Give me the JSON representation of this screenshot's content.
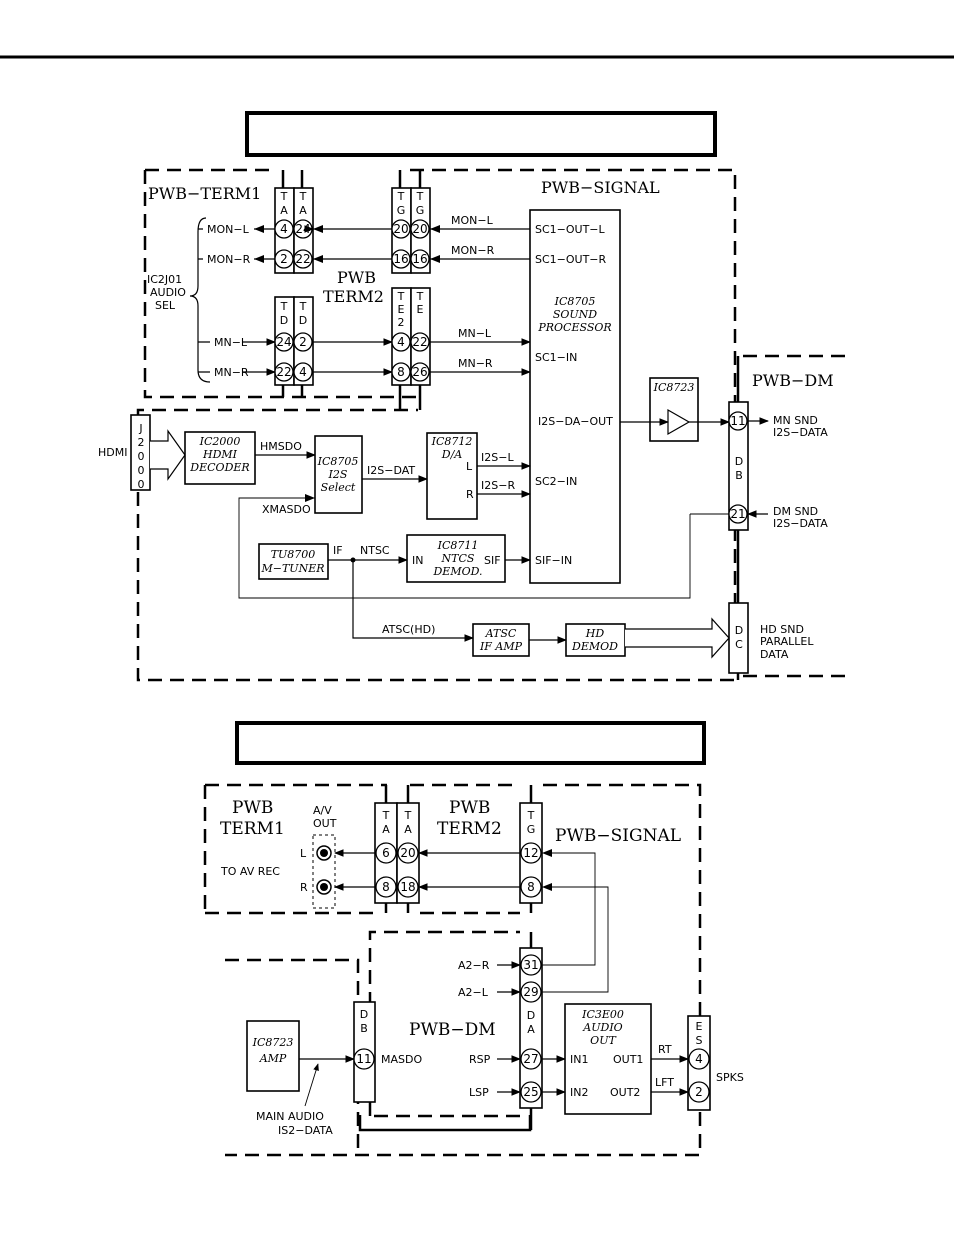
{
  "top": {
    "term1": "PWB−TERM1",
    "term2_a": "PWB",
    "term2_b": "TERM2",
    "signal": "PWB−SIGNAL",
    "dm": "PWB−DM",
    "audio_sel": [
      "IC2J01",
      "AUDIO",
      "SEL"
    ],
    "mon_l": "MON−L",
    "mon_r": "MON−R",
    "mn_l": "MN−L",
    "mn_r": "MN−R",
    "mon_l2": "MON−L",
    "mon_r2": "MON−R",
    "mn_l2": "MN−L",
    "mn_r2": "MN−R",
    "sc1_out_l": "SC1−OUT−L",
    "sc1_out_r": "SC1−OUT−R",
    "sc1_in": "SC1−IN",
    "i2s_da_out": "I2S−DA−OUT",
    "sc2_in": "SC2−IN",
    "sif_in": "SIF−IN",
    "ic8705": [
      "IC8705",
      "SOUND",
      "PROCESSOR"
    ],
    "ic8723": "IC8723",
    "hdmi": "HDMI",
    "j2000": [
      "J",
      "2",
      "0",
      "0",
      "0"
    ],
    "ic2000": [
      "IC2000",
      "HDMI",
      "DECODER"
    ],
    "hmsdo": "HMSDO",
    "xmasdo": "XMASDO",
    "i2s_select": [
      "IC8705",
      "I2S",
      "Select"
    ],
    "i2s_dat": "I2S−DAT",
    "ic8712": [
      "IC8712",
      "D/A"
    ],
    "da_l": "L",
    "da_r": "R",
    "i2s_l": "I2S−L",
    "i2s_r": "I2S−R",
    "tu8700": [
      "TU8700",
      "M−TUNER"
    ],
    "if": "IF",
    "ntsc": "NTSC",
    "ic8711": [
      "IC8711",
      "NTCS",
      "DEMOD."
    ],
    "in": "IN",
    "sif": "SIF",
    "atsc_hd": "ATSC(HD)",
    "atsc_box": [
      "ATSC",
      "IF  AMP"
    ],
    "hd_box": [
      "HD",
      "DEMOD"
    ],
    "mn_snd": [
      "MN  SND",
      "I2S−DATA"
    ],
    "dm_snd": [
      "DM  SND",
      "I2S−DATA"
    ],
    "hd_snd": [
      "HD  SND",
      "PARALLEL",
      "DATA"
    ],
    "conn": {
      "ta1": [
        "T",
        "A"
      ],
      "ta2": [
        "T",
        "A"
      ],
      "tg1": [
        "T",
        "G"
      ],
      "tg2": [
        "T",
        "G"
      ],
      "td1": [
        "T",
        "D"
      ],
      "td2": [
        "T",
        "D"
      ],
      "te2": [
        "T",
        "E",
        "2"
      ],
      "te": [
        "T",
        "E"
      ],
      "db": [
        "D",
        "B"
      ],
      "dc": [
        "D",
        "C"
      ]
    },
    "pins": {
      "ta1_a": "4",
      "ta1_b": "2",
      "ta2_a": "24",
      "ta2_b": "22",
      "tg1_a": "20",
      "tg1_b": "16",
      "tg2_a": "20",
      "tg2_b": "16",
      "td1_a": "24",
      "td1_b": "22",
      "td2_a": "2",
      "td2_b": "4",
      "te2_a": "4",
      "te2_b": "8",
      "te_a": "22",
      "te_b": "26",
      "db_a": "11",
      "db_b": "21"
    }
  },
  "bottom": {
    "term1": [
      "PWB",
      "TERM1"
    ],
    "av_out": [
      "A/V",
      "OUT"
    ],
    "term2": [
      "PWB",
      "TERM2"
    ],
    "signal": "PWB−SIGNAL",
    "dm": "PWB−DM",
    "l": "L",
    "r": "R",
    "to_av_rec": "TO  AV  REC",
    "a2_r": "A2−R",
    "a2_l": "A2−L",
    "rsp": "RSP",
    "lsp": "LSP",
    "masdo": "MASDO",
    "ic8723": [
      "IC8723",
      "AMP"
    ],
    "main_audio": [
      "MAIN  AUDIO",
      "IS2−DATA"
    ],
    "ic3e00": [
      "IC3E00",
      "AUDIO",
      "OUT"
    ],
    "in1": "IN1",
    "in2": "IN2",
    "out1": "OUT1",
    "out2": "OUT2",
    "rt": "RT",
    "lft": "LFT",
    "spks": "SPKS",
    "conn": {
      "ta1": [
        "T",
        "A"
      ],
      "ta2": [
        "T",
        "A"
      ],
      "tg": [
        "T",
        "G"
      ],
      "db": [
        "D",
        "B"
      ],
      "da": [
        "D",
        "A"
      ],
      "es": [
        "E",
        "S"
      ]
    },
    "pins": {
      "ta1_a": "6",
      "ta1_b": "8",
      "ta2_a": "20",
      "ta2_b": "18",
      "tg_a": "12",
      "tg_b": "8",
      "db_a": "11",
      "da_a": "31",
      "da_b": "29",
      "da_c": "27",
      "da_d": "25",
      "es_a": "4",
      "es_b": "2"
    }
  }
}
